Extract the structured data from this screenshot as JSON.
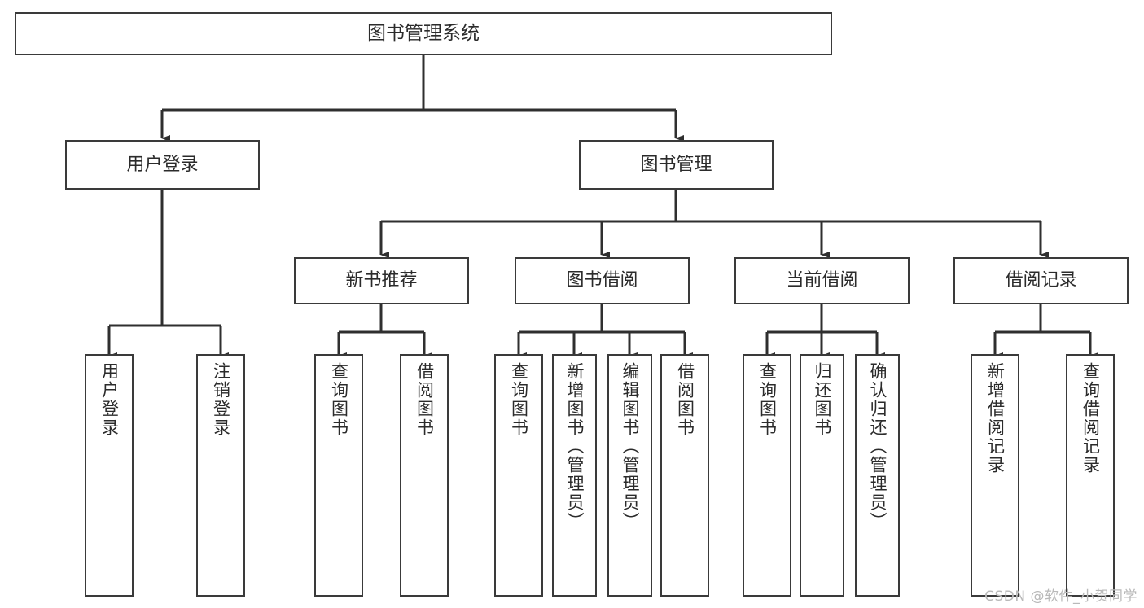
{
  "diagram": {
    "title": "图书管理系统",
    "watermark": "CSDN @软件_小贺同学",
    "colors": {
      "border": "#3a3a3a",
      "text": "#2b2b2b",
      "background": "#ffffff",
      "watermark": "#b9b9b9"
    },
    "root": {
      "label": "图书管理系统"
    },
    "level1": [
      {
        "label": "用户登录"
      },
      {
        "label": "图书管理"
      }
    ],
    "level2": [
      {
        "label": "新书推荐"
      },
      {
        "label": "图书借阅"
      },
      {
        "label": "当前借阅"
      },
      {
        "label": "借阅记录"
      }
    ],
    "leaves": {
      "user_login": [
        {
          "label": "用户登录"
        },
        {
          "label": "注销登录"
        }
      ],
      "new_book_recommend": [
        {
          "label": "查询图书"
        },
        {
          "label": "借阅图书"
        }
      ],
      "book_borrow": [
        {
          "label": "查询图书"
        },
        {
          "label": "新增图书（管理员）"
        },
        {
          "label": "编辑图书（管理员）"
        },
        {
          "label": "借阅图书"
        }
      ],
      "current_borrow": [
        {
          "label": "查询图书"
        },
        {
          "label": "归还图书"
        },
        {
          "label": "确认归还（管理员）"
        }
      ],
      "borrow_record": [
        {
          "label": "新增借阅记录"
        },
        {
          "label": "查询借阅记录"
        }
      ]
    }
  }
}
